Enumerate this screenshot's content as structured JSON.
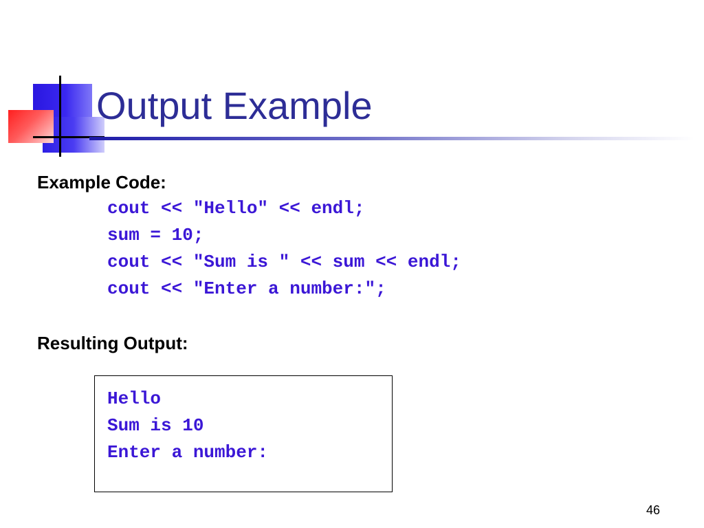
{
  "slide": {
    "title": "Output Example",
    "page_number": "46"
  },
  "example_code": {
    "label": "Example Code:",
    "lines": [
      "cout << \"Hello\" << endl;",
      "sum = 10;",
      "cout << \"Sum is \" << sum << endl;",
      "cout << \"Enter a number:\";"
    ]
  },
  "resulting_output": {
    "label": "Resulting Output:",
    "lines": [
      "Hello",
      "Sum is 10",
      "Enter a number:"
    ]
  },
  "colors": {
    "title": "#2d2d96",
    "code": "#3b17d6",
    "accent_blue": "#2a17e0",
    "accent_red": "#ff1f1f"
  }
}
